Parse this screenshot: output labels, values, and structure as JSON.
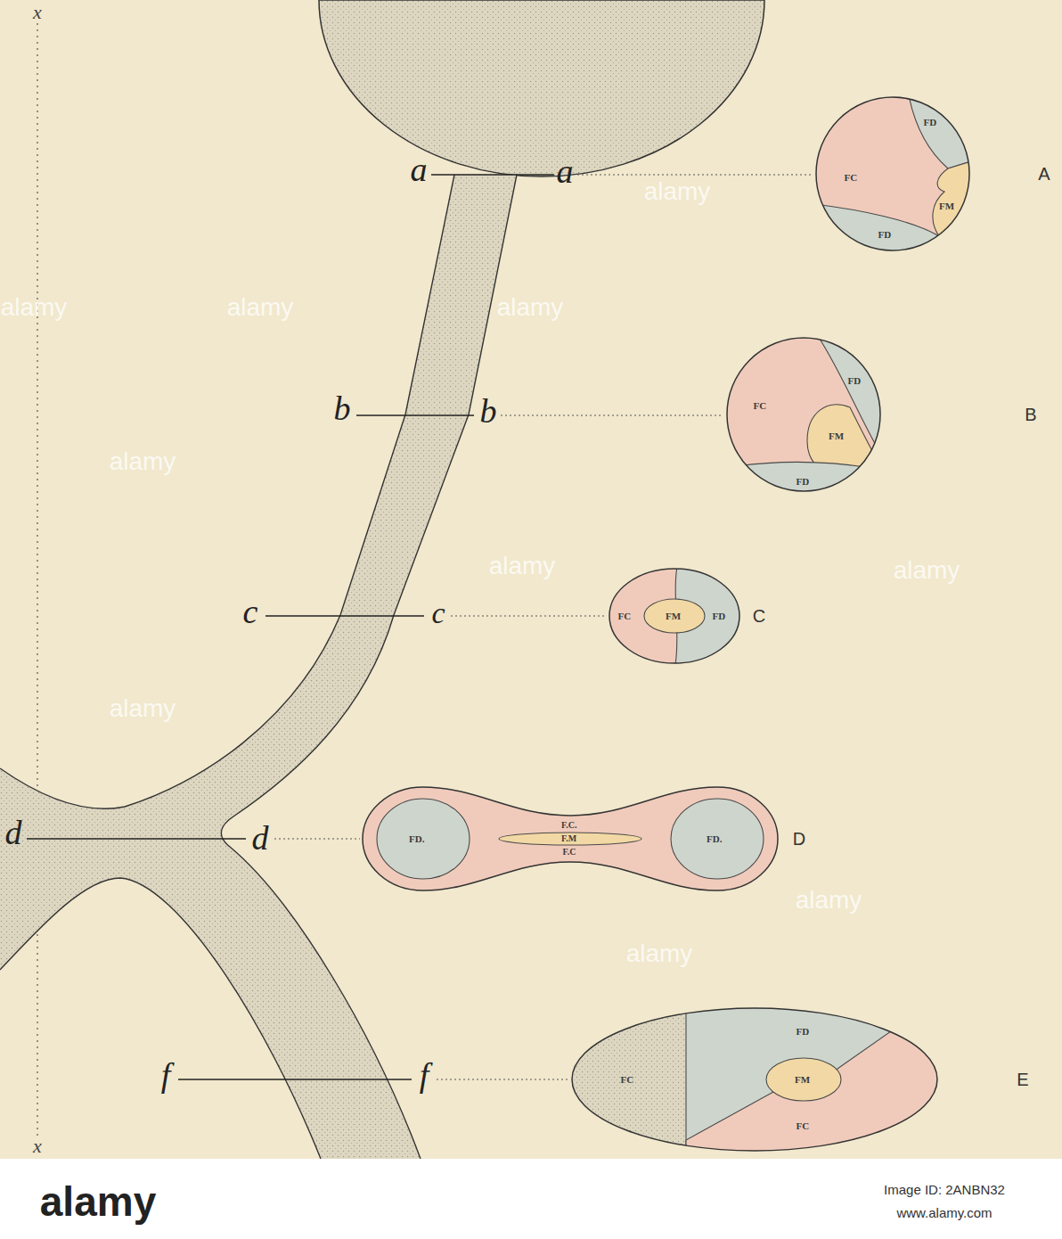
{
  "diagram": {
    "nodes": [
      {
        "text": [
          "A"
        ]
      },
      {
        "text": [
          "FD"
        ],
        "in": 0
      },
      {
        "text": [
          "FC"
        ],
        "in": 0
      },
      {
        "text": [
          "FM"
        ],
        "in": 0
      },
      {
        "text": [
          "FD"
        ],
        "in": 0
      },
      {
        "text": [
          "B"
        ]
      },
      {
        "text": [
          "FD"
        ],
        "in": 5
      },
      {
        "text": [
          "FC"
        ],
        "in": 5
      },
      {
        "text": [
          "FM"
        ],
        "in": 5
      },
      {
        "text": [
          "FD"
        ],
        "in": 5
      },
      {
        "text": [
          "C"
        ]
      },
      {
        "text": [
          "FC"
        ],
        "in": 10
      },
      {
        "text": [
          "FM"
        ],
        "in": 10
      },
      {
        "text": [
          "FD"
        ],
        "in": 10
      },
      {
        "text": [
          "D"
        ]
      },
      {
        "text": [
          "FD."
        ],
        "in": 14
      },
      {
        "text": [
          "F.C."
        ],
        "in": 14
      },
      {
        "text": [
          "F.M"
        ],
        "in": 14
      },
      {
        "text": [
          "F.C"
        ],
        "in": 14
      },
      {
        "text": [
          "FD."
        ],
        "in": 14
      },
      {
        "text": [
          "E"
        ]
      },
      {
        "text": [
          "FC"
        ],
        "in": 20
      },
      {
        "text": [
          "FD"
        ],
        "in": 20
      },
      {
        "text": [
          "FM"
        ],
        "in": 20
      },
      {
        "text": [
          "FC"
        ],
        "in": 20
      }
    ],
    "labels": [
      "x",
      "a",
      "a",
      "b",
      "b",
      "c",
      "c",
      "d",
      "d",
      "f",
      "f",
      "x",
      "alamy",
      "alamy",
      "alamy",
      "alamy",
      "alamy",
      "alamy",
      "alamy",
      "alamy",
      "alamy",
      "alamy",
      "alamy",
      "Image ID: 2ANBN32",
      "www.alamy.com"
    ]
  }
}
